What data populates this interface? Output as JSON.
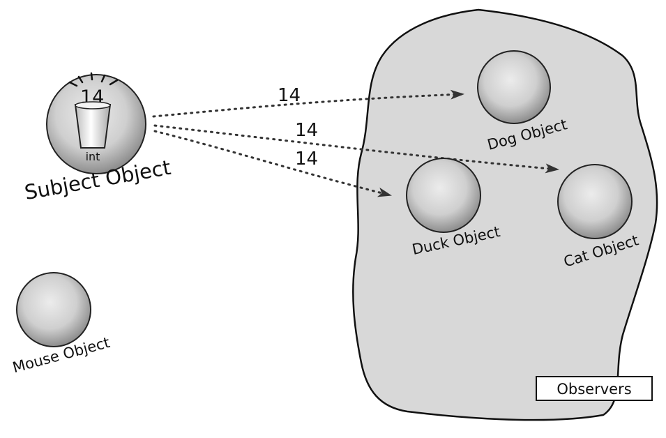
{
  "subject": {
    "label": "Subject Object",
    "value": "14",
    "var_type": "int"
  },
  "observers_group": {
    "label": "Observers"
  },
  "objects": {
    "dog": "Dog Object",
    "duck": "Duck Object",
    "cat": "Cat Object",
    "mouse": "Mouse Object"
  },
  "messages": [
    "14",
    "14",
    "14"
  ],
  "colors": {
    "region_fill": "#d8d8d8",
    "outline": "#111111",
    "sphere_light": "#e6e6e6",
    "sphere_dark": "#9a9a9a",
    "arrow": "#333333"
  }
}
